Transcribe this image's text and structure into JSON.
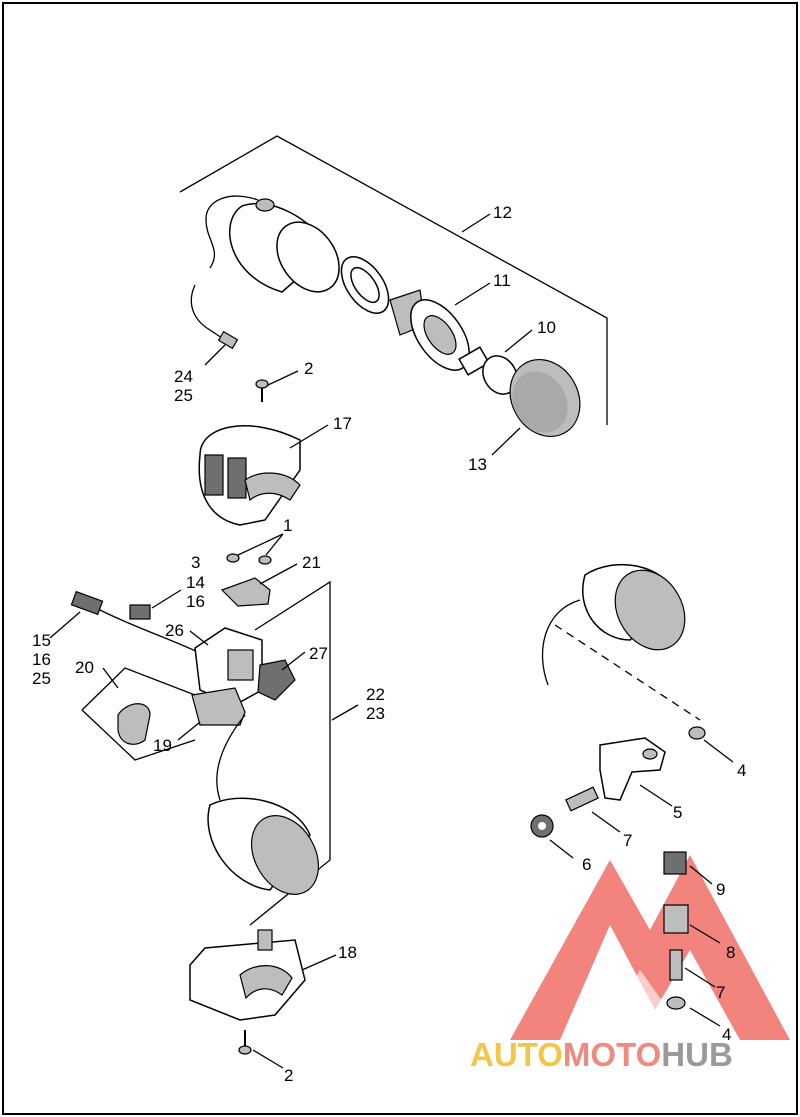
{
  "labels": {
    "l12": "12",
    "l11": "11",
    "l10": "10",
    "l24": "24",
    "l25a": "25",
    "l2a": "2",
    "l17": "17",
    "l13": "13",
    "l1": "1",
    "l3": "3",
    "l21": "21",
    "l14": "14",
    "l16a": "16",
    "l15": "15",
    "l16b": "16",
    "l25b": "25",
    "l26": "26",
    "l27": "27",
    "l20": "20",
    "l19": "19",
    "l22": "22",
    "l23": "23",
    "l4a": "4",
    "l5": "5",
    "l7a": "7",
    "l6": "6",
    "l9": "9",
    "l8": "8",
    "l7b": "7",
    "l4b": "4",
    "l18": "18",
    "l2b": "2"
  },
  "watermark": {
    "part1": "AUTO",
    "part2": "MOTO",
    "part3": "HUB",
    "colors": {
      "auto": "#f3c64a",
      "moto": "#ef8a80",
      "hub": "#9a9a9a",
      "logo": "#ee5a52"
    }
  }
}
